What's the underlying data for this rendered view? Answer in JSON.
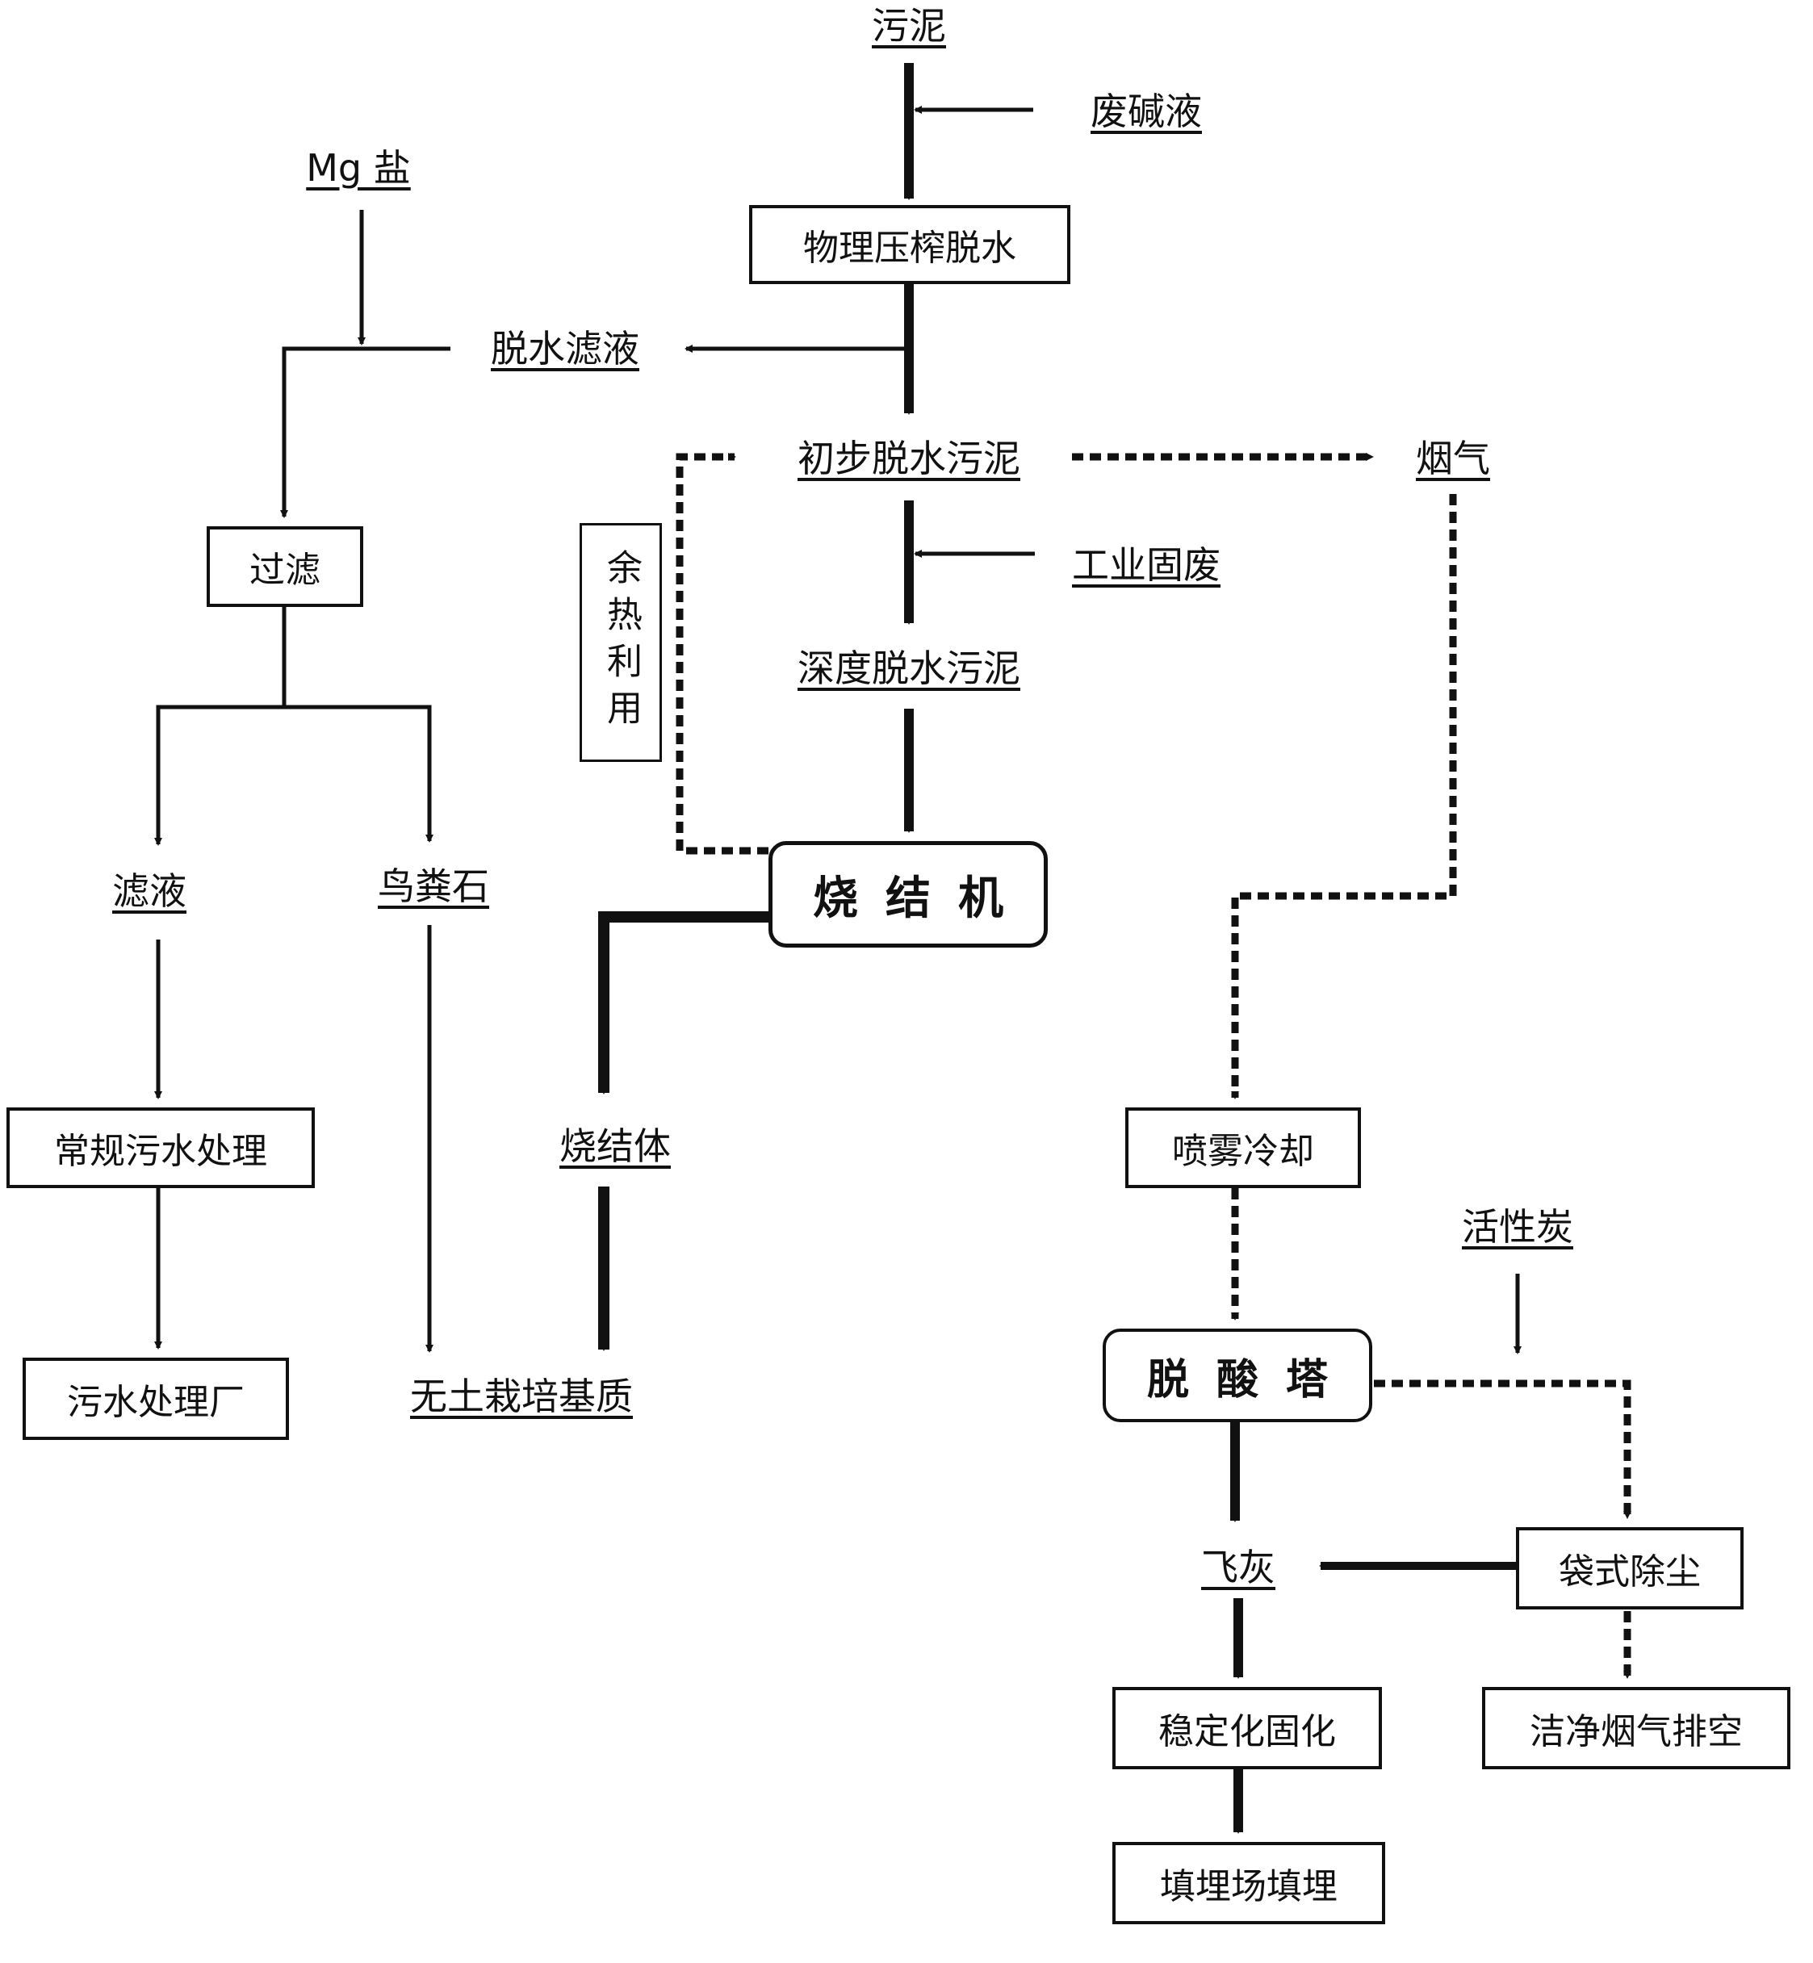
{
  "nodes": {
    "sludge": "污泥",
    "waste_alkali": "废碱液",
    "physical_press": "物理压榨脱水",
    "mg_salt": "Mg 盐",
    "dewater_filtrate": "脱水滤液",
    "preliminary_sludge": "初步脱水污泥",
    "flue_gas": "烟气",
    "waste_heat": "余热利用",
    "industrial_waste": "工业固废",
    "filtration": "过滤",
    "deep_sludge": "深度脱水污泥",
    "filtrate": "滤液",
    "struvite": "鸟粪石",
    "sinter_machine": "烧结机",
    "sinter_body": "烧结体",
    "conventional_treatment": "常规污水处理",
    "wastewater_plant": "污水处理厂",
    "soilless_substrate": "无土栽培基质",
    "spray_cooling": "喷雾冷却",
    "activated_carbon": "活性炭",
    "deacid_tower": "脱酸塔",
    "bag_dust": "袋式除尘",
    "fly_ash": "飞灰",
    "stabilization": "稳定化固化",
    "clean_gas": "洁净烟气排空",
    "landfill": "填埋场填埋"
  },
  "colors": {
    "line": "#111111",
    "background": "#ffffff"
  }
}
